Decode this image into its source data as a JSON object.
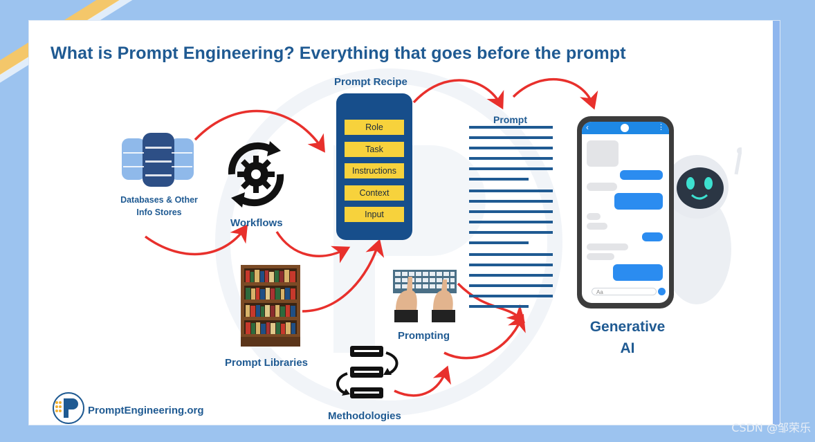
{
  "title": "What is Prompt Engineering? Everything that goes before the prompt",
  "nodes": {
    "databases": "Databases & Other Info Stores",
    "databases_line1": "Databases & Other",
    "databases_line2": "Info Stores",
    "workflows": "Workflows",
    "prompt_libraries": "Prompt Libraries",
    "methodologies": "Methodologies",
    "prompting": "Prompting",
    "prompt_recipe": "Prompt Recipe",
    "prompt": "Prompt",
    "generative_ai_line1": "Generative",
    "generative_ai_line2": "AI"
  },
  "recipe_items": [
    "Role",
    "Task",
    "Instructions",
    "Context",
    "Input"
  ],
  "phone": {
    "input_placeholder": "Aa"
  },
  "footer": {
    "logo_text": "PromptEngineering.org",
    "watermark": "CSDN @邹荣乐"
  },
  "colors": {
    "primary": "#1f5a92",
    "accent_yellow": "#f7d23c",
    "arrow_red": "#e8302c",
    "chat_blue": "#2b8cf0"
  },
  "icons": [
    "database-icon",
    "workflow-gear-icon",
    "bookshelf-icon",
    "methodology-cycle-icon",
    "keyboard-hands-icon",
    "phone-icon",
    "robot-icon",
    "logo-p-icon"
  ]
}
